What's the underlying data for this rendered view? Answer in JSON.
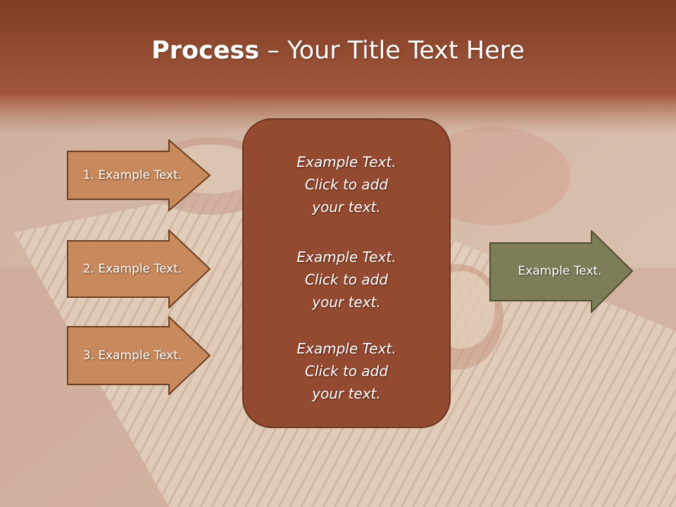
{
  "slide": {
    "title_bold": "Process",
    "title_dash": " – ",
    "title_rest": "Your Title Text Here"
  },
  "left_arrows": [
    {
      "label": "1. Example Text."
    },
    {
      "label": "2. Example Text."
    },
    {
      "label": "3. Example Text."
    }
  ],
  "center_box": {
    "items": [
      {
        "lines": [
          "Example Text.",
          "Click  to add",
          "your text."
        ]
      },
      {
        "lines": [
          "Example Text.",
          "Click  to add",
          "your text."
        ]
      },
      {
        "lines": [
          "Example Text.",
          "Click  to add",
          "your text."
        ]
      }
    ]
  },
  "right_arrow": {
    "label": "Example Text."
  },
  "colors": {
    "title_band": "#9a4b31",
    "left_arrow_fill": "#c8895c",
    "left_arrow_border": "#6e3f22",
    "center_box_fill": "#944a30",
    "right_arrow_fill": "#7d7d5a",
    "right_arrow_border": "#4f5030"
  }
}
